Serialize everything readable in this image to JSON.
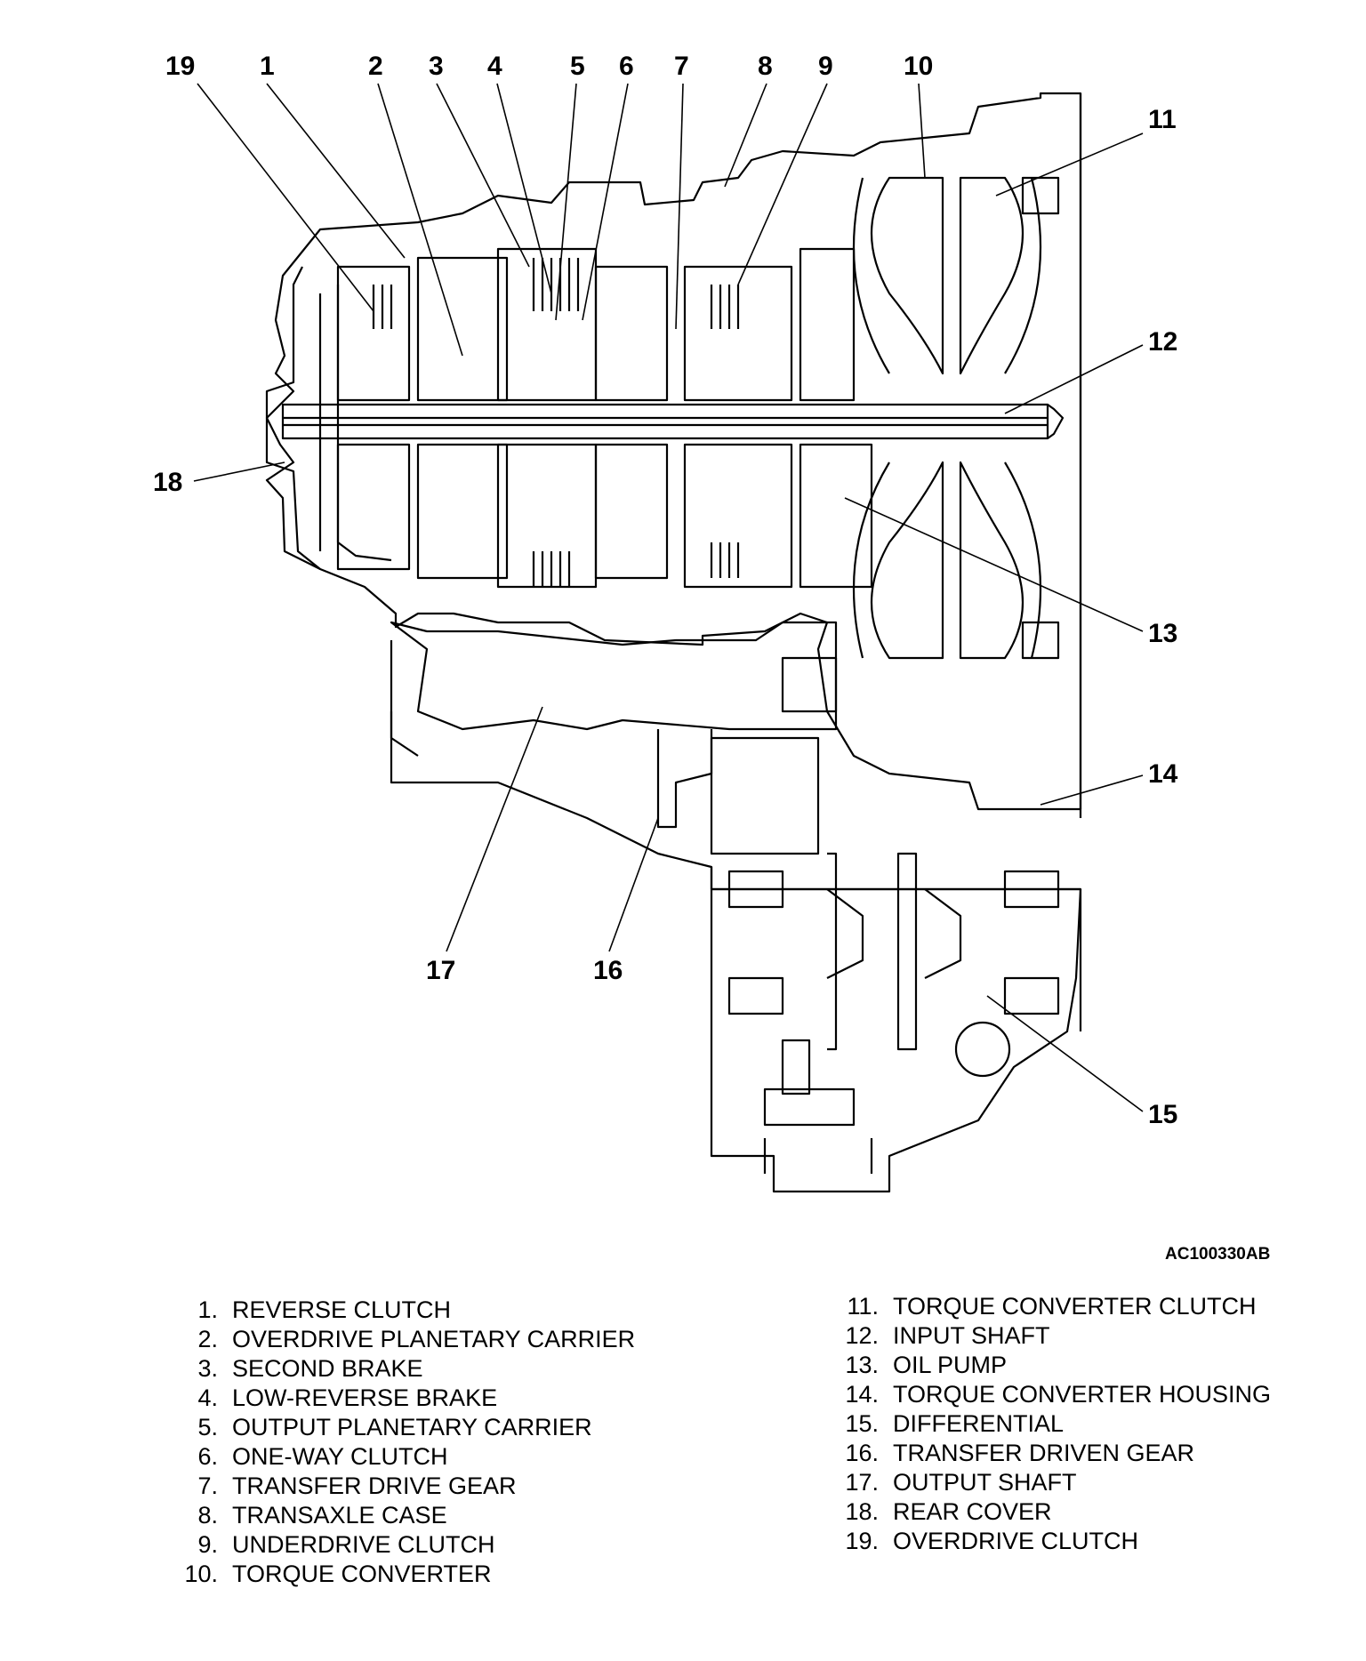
{
  "diagram_code": "AC100330AB",
  "callouts": [
    {
      "num": "1"
    },
    {
      "num": "2"
    },
    {
      "num": "3"
    },
    {
      "num": "4"
    },
    {
      "num": "5"
    },
    {
      "num": "6"
    },
    {
      "num": "7"
    },
    {
      "num": "8"
    },
    {
      "num": "9"
    },
    {
      "num": "10"
    },
    {
      "num": "11"
    },
    {
      "num": "12"
    },
    {
      "num": "13"
    },
    {
      "num": "14"
    },
    {
      "num": "15"
    },
    {
      "num": "16"
    },
    {
      "num": "17"
    },
    {
      "num": "18"
    },
    {
      "num": "19"
    }
  ],
  "legend_left": [
    {
      "num": "1.",
      "label": "REVERSE CLUTCH"
    },
    {
      "num": "2.",
      "label": "OVERDRIVE PLANETARY CARRIER"
    },
    {
      "num": "3.",
      "label": "SECOND BRAKE"
    },
    {
      "num": "4.",
      "label": "LOW-REVERSE BRAKE"
    },
    {
      "num": "5.",
      "label": "OUTPUT PLANETARY CARRIER"
    },
    {
      "num": "6.",
      "label": "ONE-WAY CLUTCH"
    },
    {
      "num": "7.",
      "label": "TRANSFER DRIVE GEAR"
    },
    {
      "num": "8.",
      "label": "TRANSAXLE CASE"
    },
    {
      "num": "9.",
      "label": "UNDERDRIVE CLUTCH"
    },
    {
      "num": "10.",
      "label": "TORQUE CONVERTER"
    }
  ],
  "legend_right": [
    {
      "num": "11.",
      "label": "TORQUE CONVERTER CLUTCH"
    },
    {
      "num": "12.",
      "label": "INPUT SHAFT"
    },
    {
      "num": "13.",
      "label": "OIL PUMP"
    },
    {
      "num": "14.",
      "label": "TORQUE CONVERTER HOUSING"
    },
    {
      "num": "15.",
      "label": "DIFFERENTIAL"
    },
    {
      "num": "16.",
      "label": "TRANSFER DRIVEN GEAR"
    },
    {
      "num": "17.",
      "label": "OUTPUT SHAFT"
    },
    {
      "num": "18.",
      "label": "REAR COVER"
    },
    {
      "num": "19.",
      "label": "OVERDRIVE CLUTCH"
    }
  ]
}
